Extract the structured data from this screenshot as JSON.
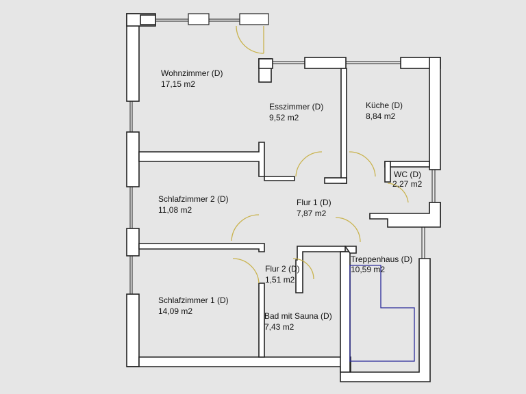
{
  "rooms": [
    {
      "name": "Wohnzimmer (D)",
      "area": "17,15 m2"
    },
    {
      "name": "Esszimmer (D)",
      "area": "9,52 m2"
    },
    {
      "name": "Küche (D)",
      "area": "8,84 m2"
    },
    {
      "name": "WC (D)",
      "area": "2,27 m2"
    },
    {
      "name": "Schlafzimmer 2 (D)",
      "area": "11,08 m2"
    },
    {
      "name": "Flur 1 (D)",
      "area": "7,87 m2"
    },
    {
      "name": "Flur 2 (D)",
      "area": "1,51 m2"
    },
    {
      "name": "Treppenhaus (D)",
      "area": "10,59 m2"
    },
    {
      "name": "Schlafzimmer 1 (D)",
      "area": "14,09 m2"
    },
    {
      "name": "Bad mit Sauna (D)",
      "area": "7,43 m2"
    }
  ],
  "colors": {
    "background": "#e6e6e6",
    "wall_fill": "#ffffff",
    "wall_stroke": "#222222",
    "door_arc": "#c9b34e",
    "staircase": "#2a2a9a"
  }
}
